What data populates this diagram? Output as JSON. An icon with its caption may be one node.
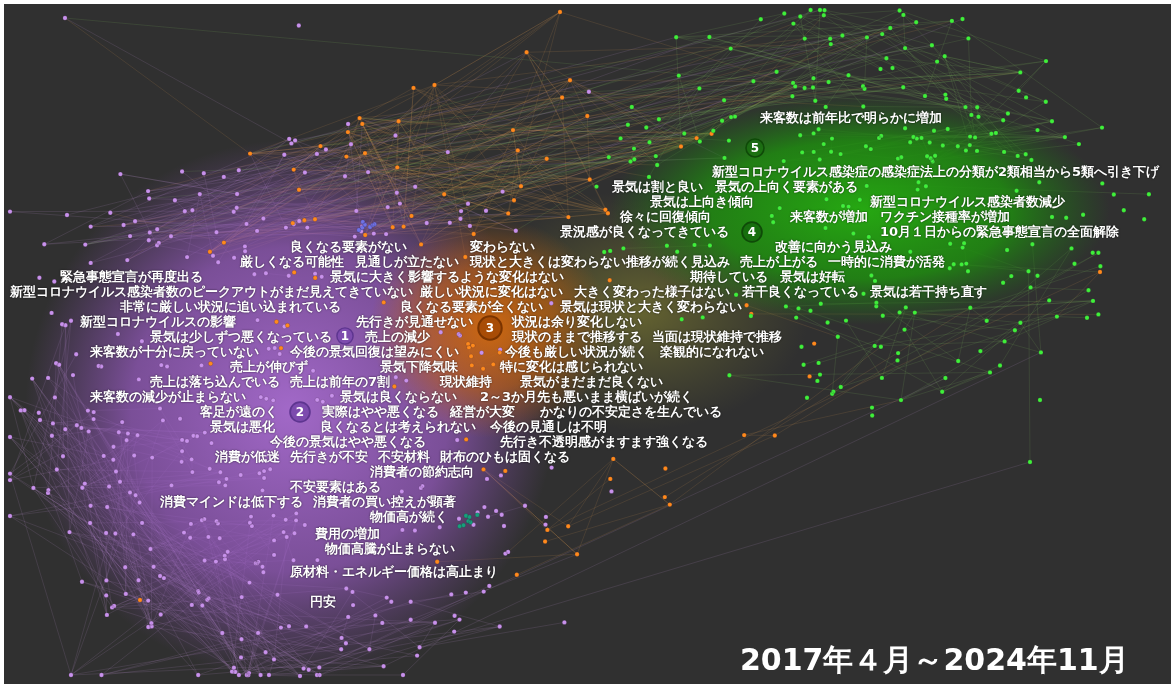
{
  "diagram": {
    "title": "2017年４月～2024年11月",
    "nodes": [
      {
        "text": [
          "1"
        ]
      },
      {
        "text": [
          "2"
        ]
      },
      {
        "text": [
          "3"
        ]
      },
      {
        "text": [
          "4"
        ]
      },
      {
        "text": [
          "5"
        ]
      }
    ],
    "labels": [
      "来客数は前年比で明らかに増加",
      "新型コロナウイルス感染症の感染症法上の分類が2類相当から5類へ引き下げ",
      "景気は割と良い",
      "景気の上向く要素がある",
      "景気は上向き傾向",
      "新型コロナウイルス感染者数減少",
      "徐々に回復傾向",
      "来客数が増加",
      "ワクチン接種率が増加",
      "景況感が良くなってきている",
      "10月１日からの緊急事態宣言の全面解除",
      "良くなる要素がない",
      "変わらない",
      "改善に向かう見込み",
      "厳しくなる可能性",
      "見通しが立たない",
      "現状と大きくは変わらない推移が続く見込み",
      "売上が上がる",
      "一時的に消費が活発",
      "緊急事態宣言が再度出る",
      "景気に大きく影響するような変化はない",
      "期待している",
      "景気は好転",
      "新型コロナウイルス感染者数のピークアウトがまだ見えてきていない",
      "厳しい状況に変化はない",
      "大きく変わった様子はない",
      "若干良くなっている",
      "景気は若干持ち直す",
      "非常に厳しい状況に追い込まれている",
      "良くなる要素が全くない",
      "景気は現状と大きく変わらない",
      "新型コロナウイルスの影響",
      "先行きが見通せない",
      "状況は余り変化しない",
      "景気は少しずつ悪くなっている",
      "売上の減少",
      "現状のままで推移する",
      "当面は現状維持で推移",
      "来客数が十分に戻っていない",
      "今後の景気回復は望みにくい",
      "今後も厳しい状況が続く",
      "楽観的になれない",
      "売上が伸びず",
      "景気下降気味",
      "特に変化は感じられない",
      "売上は落ち込んでいる",
      "売上は前年の7割",
      "現状維持",
      "景気がまだまだ良くない",
      "来客数の減少が止まらない",
      "景気は良くならない",
      "2～3か月先も悪いまま横ばいが続く",
      "客足が遠のく",
      "実際はやや悪くなる",
      "経営が大変",
      "かなりの不安定さを生んでいる",
      "景気は悪化",
      "良くなるとは考えられない",
      "今後の見通しは不明",
      "今後の景気はやや悪くなる",
      "先行き不透明感がますます強くなる",
      "消費が低迷",
      "先行きが不安",
      "不安材料",
      "財布のひもは固くなる",
      "消費者の節約志向",
      "不安要素はある",
      "消費マインドは低下する",
      "消費者の買い控えが顕著",
      "物価高が続く",
      "費用の増加",
      "物価高騰が止まらない",
      "原材料・エネルギー価格は高止まり",
      "円安"
    ]
  }
}
